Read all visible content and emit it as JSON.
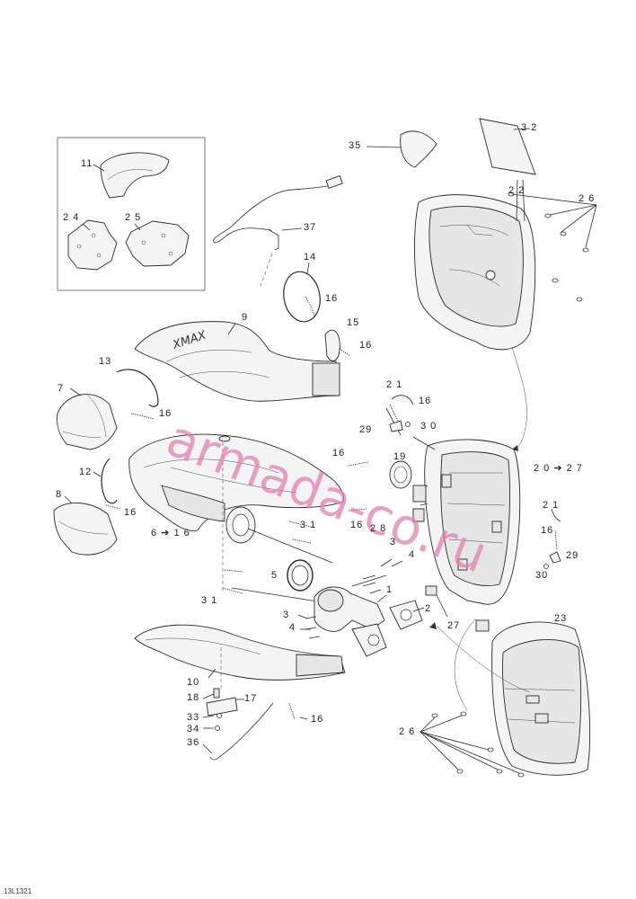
{
  "diagram": {
    "document_id": "13L1321",
    "watermark": "armada-co.ru",
    "callouts": [
      {
        "id": "c11",
        "text": "11"
      },
      {
        "id": "c24",
        "text": "2 4"
      },
      {
        "id": "c25",
        "text": "2 5"
      },
      {
        "id": "c35",
        "text": "35"
      },
      {
        "id": "c32",
        "text": "3 2"
      },
      {
        "id": "c22",
        "text": "2 2"
      },
      {
        "id": "c26a",
        "text": "2 6"
      },
      {
        "id": "c37",
        "text": "37"
      },
      {
        "id": "c14",
        "text": "14"
      },
      {
        "id": "c16a",
        "text": "16"
      },
      {
        "id": "c9",
        "text": "9"
      },
      {
        "id": "c15",
        "text": "15"
      },
      {
        "id": "c16b",
        "text": "16"
      },
      {
        "id": "c13",
        "text": "13"
      },
      {
        "id": "c7",
        "text": "7"
      },
      {
        "id": "c16c",
        "text": "16"
      },
      {
        "id": "c21a",
        "text": "2 1"
      },
      {
        "id": "c16d",
        "text": "16"
      },
      {
        "id": "c29a",
        "text": "29"
      },
      {
        "id": "c30a",
        "text": "3 0"
      },
      {
        "id": "c16e",
        "text": "16"
      },
      {
        "id": "c19",
        "text": "19"
      },
      {
        "id": "c20to27",
        "text": "2 0 ➔ 2 7"
      },
      {
        "id": "c12",
        "text": "12"
      },
      {
        "id": "c8",
        "text": "8"
      },
      {
        "id": "c16f",
        "text": "16"
      },
      {
        "id": "c6to16",
        "text": "6 ➔ 1 6"
      },
      {
        "id": "c31a",
        "text": "3 1"
      },
      {
        "id": "c16g",
        "text": "16"
      },
      {
        "id": "c28",
        "text": "2 8"
      },
      {
        "id": "c21b",
        "text": "2 1"
      },
      {
        "id": "c16h",
        "text": "16"
      },
      {
        "id": "c3a",
        "text": "3"
      },
      {
        "id": "c4a",
        "text": "4"
      },
      {
        "id": "c29b",
        "text": "29"
      },
      {
        "id": "c30b",
        "text": "30"
      },
      {
        "id": "c5",
        "text": "5"
      },
      {
        "id": "c1",
        "text": "1"
      },
      {
        "id": "c31b",
        "text": "3 1"
      },
      {
        "id": "c2",
        "text": "2"
      },
      {
        "id": "c3b",
        "text": "3"
      },
      {
        "id": "c23",
        "text": "23"
      },
      {
        "id": "c4b",
        "text": "4"
      },
      {
        "id": "c27",
        "text": "27"
      },
      {
        "id": "c10",
        "text": "10"
      },
      {
        "id": "c18",
        "text": "18"
      },
      {
        "id": "c17",
        "text": "17"
      },
      {
        "id": "c33",
        "text": "33"
      },
      {
        "id": "c16i",
        "text": "16"
      },
      {
        "id": "c34",
        "text": "34"
      },
      {
        "id": "c26b",
        "text": "2 6"
      },
      {
        "id": "c36",
        "text": "36"
      }
    ]
  }
}
